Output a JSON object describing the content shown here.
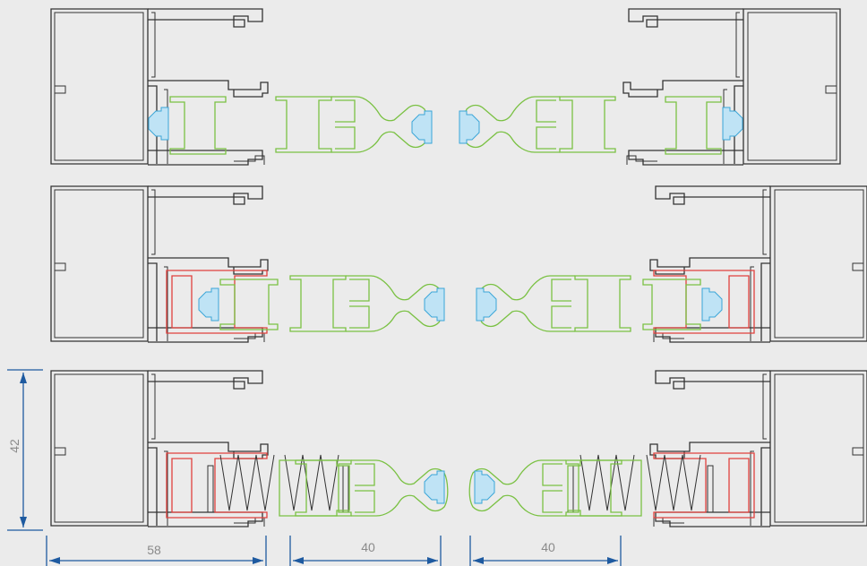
{
  "dimensions": {
    "height_label": "42",
    "width_frame_label": "58",
    "width_left_insert_label": "40",
    "width_right_insert_label": "40"
  },
  "colors": {
    "background": "#ebebeb",
    "frame": "#333333",
    "insert": "#7ac143",
    "adapter": "#e0413d",
    "gasket": "#3aa6d8",
    "dimension": "#1e5aa0"
  }
}
